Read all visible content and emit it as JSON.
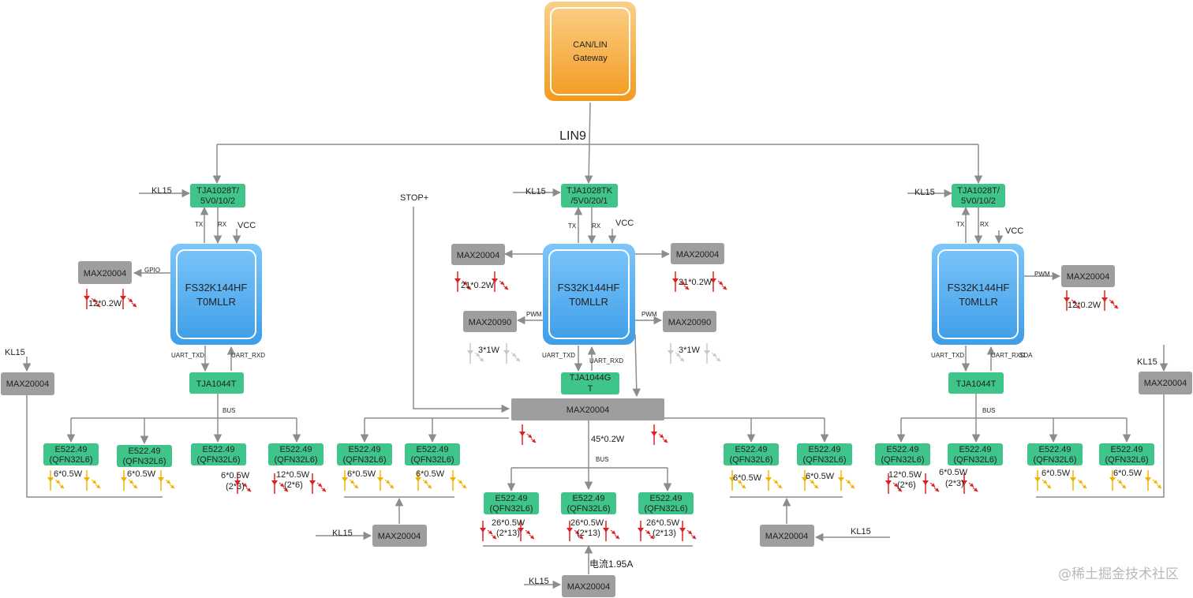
{
  "gateway": {
    "line1": "CAN/LIN",
    "line2": "Gateway"
  },
  "bus_label": "LIN9",
  "stop_label": "STOP+",
  "current_label": "电流1.95A",
  "watermark": "@稀土掘金技术社区",
  "labels": {
    "kl15": "KL15",
    "tx": "TX",
    "rx": "RX",
    "vcc": "VCC",
    "gpio": "GPIO",
    "pwm": "PWM",
    "uart_txd": "UART_TXD",
    "uart_rxd": "UART_RXD",
    "bus": "BUS",
    "sda": "SDA"
  },
  "mcu": {
    "line1": "FS32K144HF",
    "line2": "T0MLLR"
  },
  "transceivers": {
    "left": [
      "TJA1028T/",
      "5V0/10/2"
    ],
    "center": [
      "TJA1028TK",
      "/5V0/20/1"
    ],
    "right": [
      "TJA1028T/",
      "5V0/10/2"
    ]
  },
  "can_chip": "TJA1044T",
  "can_chip_center": [
    "TJA1044G",
    "T"
  ],
  "reg": "MAX20004",
  "reg90": "MAX20090",
  "led_driver": [
    "E522.49",
    "(QFN32L6)"
  ],
  "loads": {
    "l12_02": "12*0.2W",
    "l21_02": "21*0.2W",
    "l3_1": "3*1W",
    "l45_02": "45*0.2W",
    "l6_05": "6*0.5W",
    "l6_05g": [
      "6*0.5W",
      "(2*3)"
    ],
    "l12_05g": [
      "12*0.5W",
      "(2*6)"
    ],
    "l26_05g": [
      "26*0.5W",
      "(2*13)"
    ],
    "l6_05gr": [
      "6*0.5W",
      "(2*3)"
    ]
  },
  "colors": {
    "gateway": "#f5a623",
    "mcu": "#4aa8ef",
    "green": "#3fc48a",
    "gray": "#9e9e9e",
    "line": "#8c8c8c",
    "led_red": "#e02020",
    "led_yellow": "#f0b400",
    "led_gray": "#c8c8c8"
  }
}
